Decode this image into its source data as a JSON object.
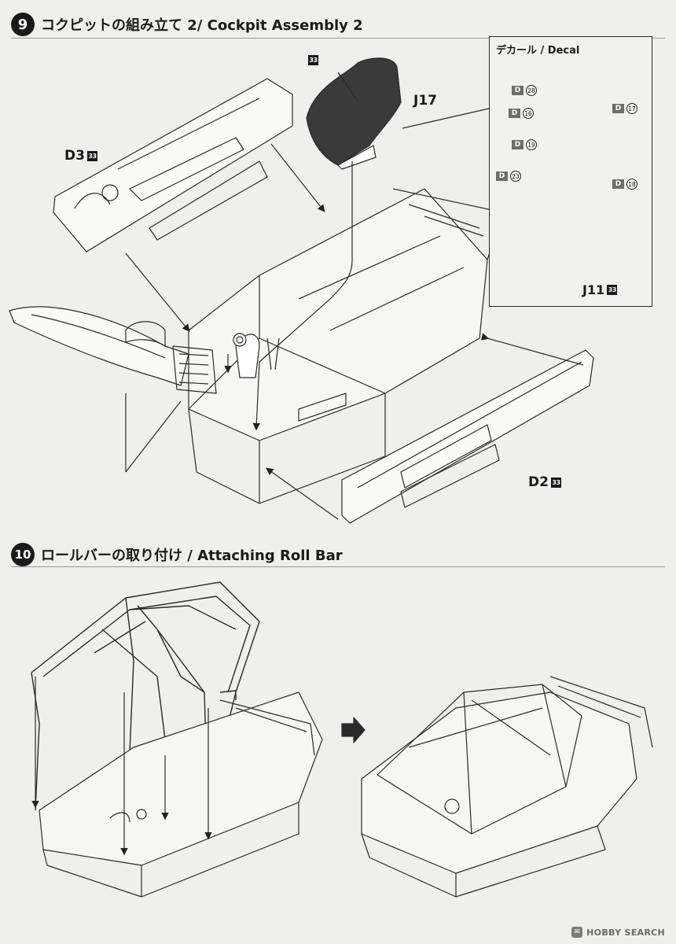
{
  "step9": {
    "number": "9",
    "title": "コクピットの組み立て 2/ Cockpit Assembly 2"
  },
  "step10": {
    "number": "10",
    "title": "ロールバーの取り付け / Attaching Roll Bar"
  },
  "parts": {
    "seat_label": "J17",
    "seat_badge": "33",
    "left_panel_label": "D3",
    "left_panel_badge": "33",
    "right_panel_label": "D2",
    "right_panel_badge": "33"
  },
  "decal": {
    "title": "デカール / Decal",
    "tag_letter": "D",
    "tags": [
      "28",
      "16",
      "17",
      "19",
      "23",
      "18"
    ],
    "seat_label": "J11",
    "seat_badge": "33"
  },
  "watermark": {
    "icon": "hobby-search-logo-icon",
    "text": "HOBBY SEARCH"
  }
}
